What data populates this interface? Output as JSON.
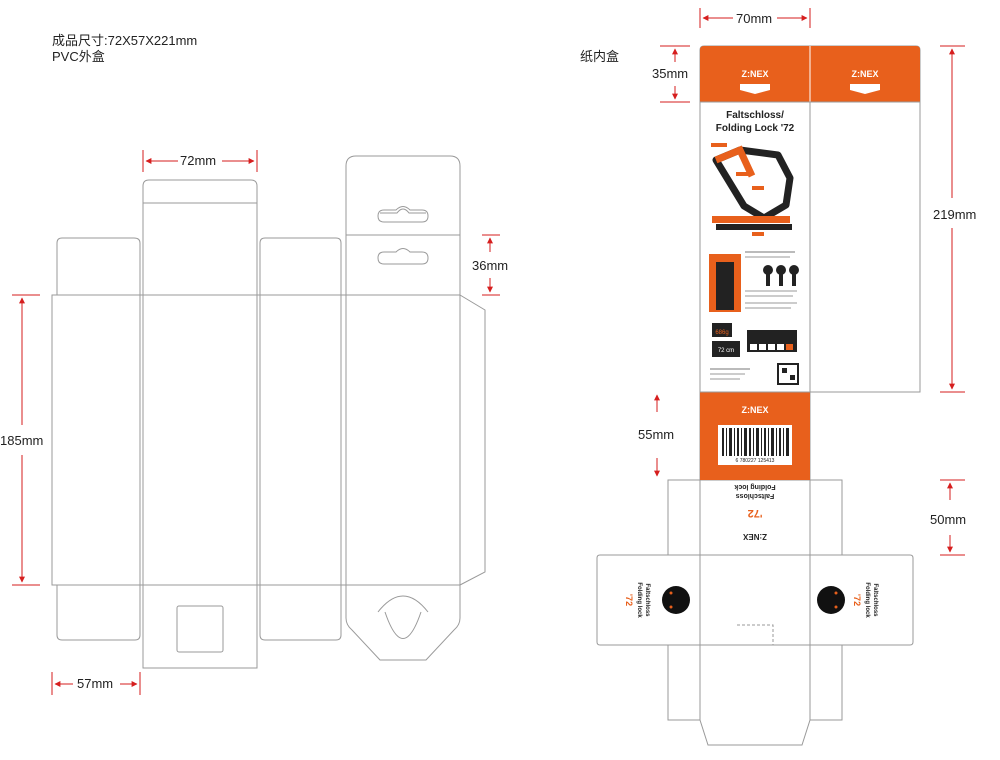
{
  "pvc_box": {
    "size_text": "成品尺寸:72X57X221mm",
    "title": "PVC外盒",
    "dim_width": "72mm",
    "dim_height": "185mm",
    "dim_hang": "36mm",
    "dim_depth": "57mm"
  },
  "paper_box": {
    "title": "纸内盒",
    "dim_width": "70mm",
    "dim_header": "35mm",
    "dim_body": "219mm",
    "dim_bottom": "55mm",
    "dim_flap": "50mm"
  },
  "product": {
    "brand": "Z:NEX",
    "title_line1": "Faltschloss/",
    "title_line2": "Folding Lock '72",
    "weight": "686g",
    "length": "72 cm",
    "model": "'72",
    "back_line1": "Faltschloss",
    "back_line2": "Folding lock",
    "barcode_digits": "6 780227 125413",
    "colors": {
      "orange": "#e8601c",
      "dark": "#222222"
    }
  }
}
